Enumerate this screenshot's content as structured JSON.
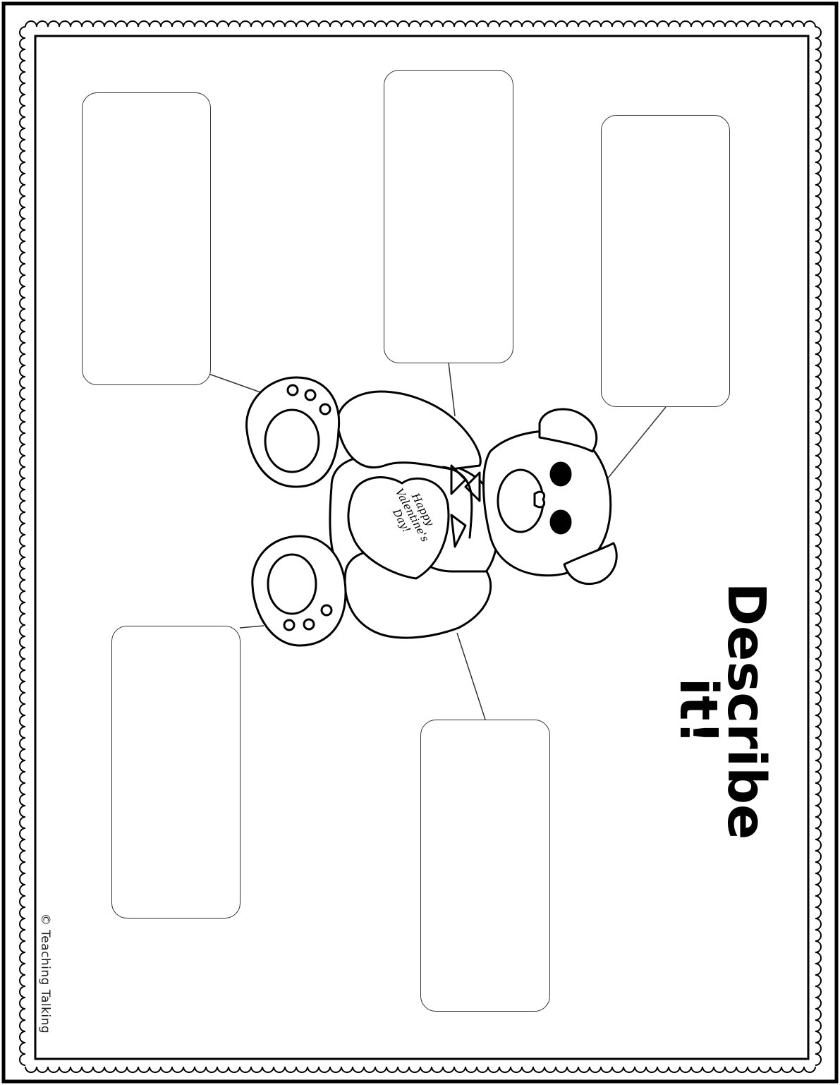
{
  "title": {
    "line1": "Describe",
    "line2": "it!"
  },
  "bear_heart_text": {
    "line1": "Happy",
    "line2": "Valentine's",
    "line3": "Day!"
  },
  "copyright": "© Teaching Talking",
  "answer_boxes": [
    {
      "id": "box-1",
      "text": ""
    },
    {
      "id": "box-2",
      "text": ""
    },
    {
      "id": "box-3",
      "text": ""
    },
    {
      "id": "box-4",
      "text": ""
    },
    {
      "id": "box-5",
      "text": ""
    }
  ],
  "colors": {
    "ink": "#000000",
    "line": "#333333",
    "paper": "#ffffff"
  },
  "illustration": "teddy-bear-holding-heart"
}
